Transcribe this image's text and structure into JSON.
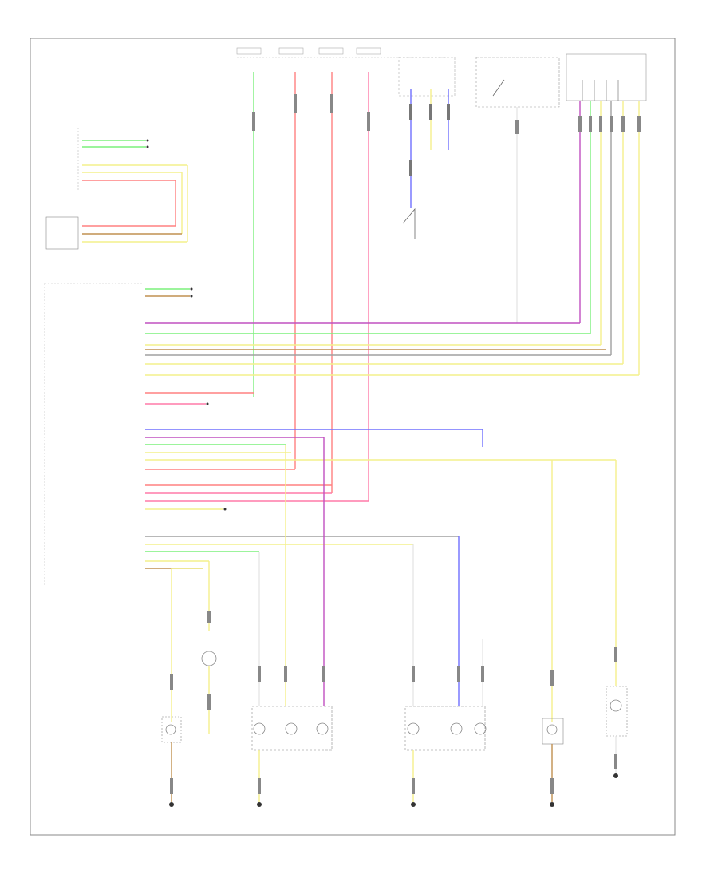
{
  "diagram": {
    "footer_code": "",
    "colors": {
      "green": "#7cf07c",
      "red": "#ff8080",
      "pink": "#ff7aa8",
      "yellow": "#f4f08c",
      "violet": "#c050c0",
      "blue": "#7070ff",
      "gray": "#a0a0a0",
      "brown": "#c09050",
      "black": "#202020"
    },
    "components": [
      {
        "id": "light-switch",
        "label": ""
      },
      {
        "id": "rain-light-sensor",
        "label": ""
      },
      {
        "id": "footwell-module",
        "label": ""
      },
      {
        "id": "left-headlight",
        "label": ""
      },
      {
        "id": "right-headlight",
        "label": ""
      },
      {
        "id": "left-fog-lamp",
        "label": ""
      },
      {
        "id": "right-fog-lamp",
        "label": ""
      },
      {
        "id": "left-turn-lamp",
        "label": ""
      },
      {
        "id": "right-turn-lamp",
        "label": ""
      },
      {
        "id": "fuse-block",
        "label": ""
      },
      {
        "id": "steering-column-switch",
        "label": ""
      },
      {
        "id": "light-module",
        "label": ""
      }
    ]
  }
}
